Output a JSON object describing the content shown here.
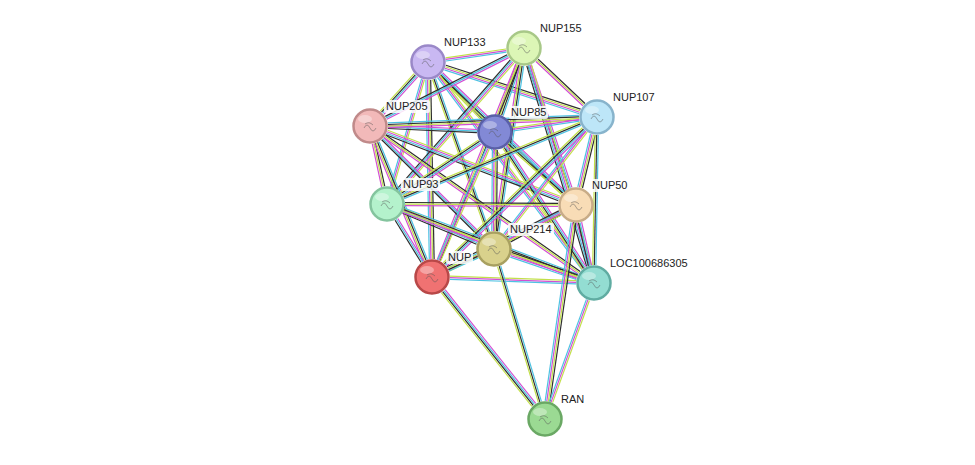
{
  "diagram": {
    "nodes": [
      {
        "text": [
          "NUP133"
        ]
      },
      {
        "text": [
          "NUP155"
        ]
      },
      {
        "text": [
          "NUP205"
        ]
      },
      {
        "text": [
          "NUP85"
        ]
      },
      {
        "text": [
          "NUP107"
        ]
      },
      {
        "text": [
          "NUP93"
        ]
      },
      {
        "text": [
          "NUP50"
        ]
      },
      {
        "text": [
          "NUP214"
        ]
      },
      {
        "text": [
          "NUP"
        ]
      },
      {
        "text": [
          "LOC100686305"
        ]
      },
      {
        "text": [
          "RAN"
        ]
      }
    ],
    "edges": [
      {
        "from": 0,
        "to": 1,
        "arrow": "none"
      },
      {
        "from": 0,
        "to": 2,
        "arrow": "none"
      },
      {
        "from": 0,
        "to": 3,
        "arrow": "none"
      },
      {
        "from": 0,
        "to": 4,
        "arrow": "none"
      },
      {
        "from": 0,
        "to": 5,
        "arrow": "none"
      },
      {
        "from": 0,
        "to": 6,
        "arrow": "none"
      },
      {
        "from": 0,
        "to": 7,
        "arrow": "none"
      },
      {
        "from": 0,
        "to": 8,
        "arrow": "none"
      },
      {
        "from": 0,
        "to": 9,
        "arrow": "none"
      },
      {
        "from": 1,
        "to": 2,
        "arrow": "none"
      },
      {
        "from": 1,
        "to": 3,
        "arrow": "none"
      },
      {
        "from": 1,
        "to": 4,
        "arrow": "none"
      },
      {
        "from": 1,
        "to": 5,
        "arrow": "none"
      },
      {
        "from": 1,
        "to": 6,
        "arrow": "none"
      },
      {
        "from": 1,
        "to": 7,
        "arrow": "none"
      },
      {
        "from": 1,
        "to": 8,
        "arrow": "none"
      },
      {
        "from": 1,
        "to": 9,
        "arrow": "none"
      },
      {
        "from": 2,
        "to": 3,
        "arrow": "none"
      },
      {
        "from": 2,
        "to": 4,
        "arrow": "none"
      },
      {
        "from": 2,
        "to": 5,
        "arrow": "none"
      },
      {
        "from": 2,
        "to": 6,
        "arrow": "none"
      },
      {
        "from": 2,
        "to": 7,
        "arrow": "none"
      },
      {
        "from": 2,
        "to": 8,
        "arrow": "none"
      },
      {
        "from": 2,
        "to": 9,
        "arrow": "none"
      },
      {
        "from": 3,
        "to": 4,
        "arrow": "none"
      },
      {
        "from": 3,
        "to": 5,
        "arrow": "none"
      },
      {
        "from": 3,
        "to": 6,
        "arrow": "none"
      },
      {
        "from": 3,
        "to": 7,
        "arrow": "none"
      },
      {
        "from": 3,
        "to": 8,
        "arrow": "none"
      },
      {
        "from": 3,
        "to": 9,
        "arrow": "none"
      },
      {
        "from": 4,
        "to": 5,
        "arrow": "none"
      },
      {
        "from": 4,
        "to": 6,
        "arrow": "none"
      },
      {
        "from": 4,
        "to": 7,
        "arrow": "none"
      },
      {
        "from": 4,
        "to": 8,
        "arrow": "none"
      },
      {
        "from": 4,
        "to": 9,
        "arrow": "none"
      },
      {
        "from": 5,
        "to": 6,
        "arrow": "none"
      },
      {
        "from": 5,
        "to": 7,
        "arrow": "none"
      },
      {
        "from": 5,
        "to": 8,
        "arrow": "none"
      },
      {
        "from": 5,
        "to": 9,
        "arrow": "none"
      },
      {
        "from": 6,
        "to": 7,
        "arrow": "none"
      },
      {
        "from": 6,
        "to": 8,
        "arrow": "none"
      },
      {
        "from": 6,
        "to": 9,
        "arrow": "none"
      },
      {
        "from": 7,
        "to": 8,
        "arrow": "none"
      },
      {
        "from": 7,
        "to": 9,
        "arrow": "none"
      },
      {
        "from": 8,
        "to": 9,
        "arrow": "none"
      },
      {
        "from": 8,
        "to": 10,
        "arrow": "none"
      },
      {
        "from": 7,
        "to": 10,
        "arrow": "none"
      },
      {
        "from": 6,
        "to": 10,
        "arrow": "none"
      },
      {
        "from": 9,
        "to": 10,
        "arrow": "none"
      }
    ]
  }
}
